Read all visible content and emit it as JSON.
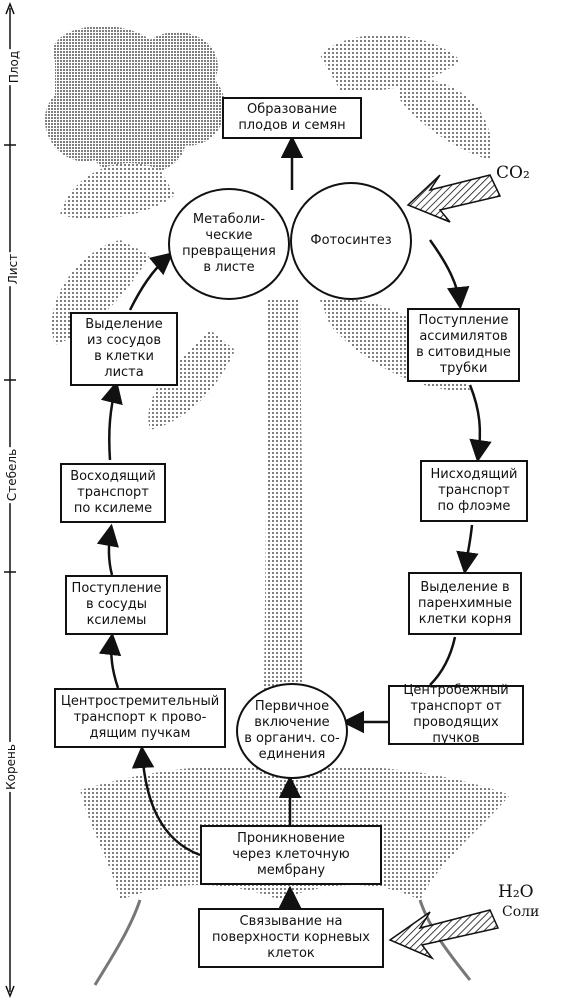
{
  "side_labels": {
    "fruit": "Плод",
    "leaf": "Лист",
    "stem": "Стебель",
    "root": "Корень"
  },
  "inputs": {
    "co2": "CO₂",
    "h2o": "H₂O",
    "salts": "Соли"
  },
  "nodes": {
    "fruit_formation": "Образование\nплодов и семян",
    "metabolic": "Метаболи-\nческие\nпревращения\nв листе",
    "photosynthesis": "Фотосинтез",
    "xylem_release": "Выделение\nиз сосудов\nв клетки\nлиста",
    "assimilate_entry": "Поступление\nассимилятов\nв ситовидные\nтрубки",
    "xylem_transport": "Восходящий\nтранспорт\nпо ксилеме",
    "phloem_transport": "Нисходящий\nтранспорт\nпо флоэме",
    "xylem_entry": "Поступление\nв сосуды\nксилемы",
    "root_release": "Выделение в\nпаренхимные\nклетки корня",
    "centripetal": "Центростремительный\nтранспорт к прово-\nдящим пучкам",
    "centrifugal": "Центробежный\nтранспорт от\nпроводящих пучков",
    "primary_inclusion": "Первичное\nвключение\nв органич. со-\nединения",
    "membrane": "Проникновение\nчерез клеточную\nмембрану",
    "binding": "Связывание на\nповерхности корневых\nклеток"
  }
}
